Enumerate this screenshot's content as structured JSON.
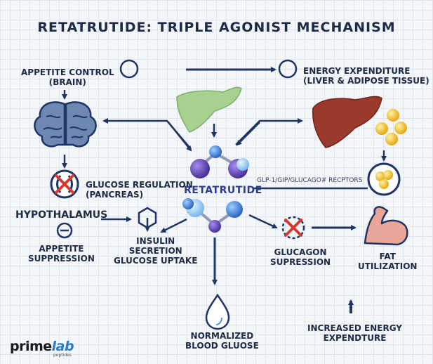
{
  "title": "RETATRUTIDE: TRIPLE AGONIST MECHANISM",
  "center_label": "RETATRUTIDE",
  "receptors": "GLP-1/GIP/GLUCAGO# RECPTORS",
  "labels": {
    "appetite_control": "APPETITE CONTROL\n(BRAIN)",
    "energy_expenditure": "ENERGY EXPENDITURE\n(LIVER & ADIPOSE TISSUE)",
    "glucose_regulation": "GLUCOSE REGULATION\n(PANCREAS)",
    "hypothalamus": "HYPOTHALAMUS",
    "appetite_suppression": "APPETITE\nSUPPRESSION",
    "insulin": "INSULIN\nSECRETION\nGLUCOSE UPTAKE",
    "glucagon": "GLUCAGON\nSUPRESSION",
    "fat": "FAT\nUTILIZATION",
    "blood_glucose": "NORMALIZED\nBLOOD GLUOSE",
    "increased_energy": "INCREASED ENERGY\nEXPENDTURE"
  },
  "logo": {
    "prime": "prime",
    "lab": "lab",
    "sub": "peptides"
  },
  "colors": {
    "navy": "#1f3564",
    "liver_green": "#a3cf8e",
    "liver_red": "#9a3a2c",
    "fat_yellow": "#f2c42c",
    "purple": "#5a3ea5",
    "blue": "#2f6fcf",
    "red": "#d63a2f"
  }
}
